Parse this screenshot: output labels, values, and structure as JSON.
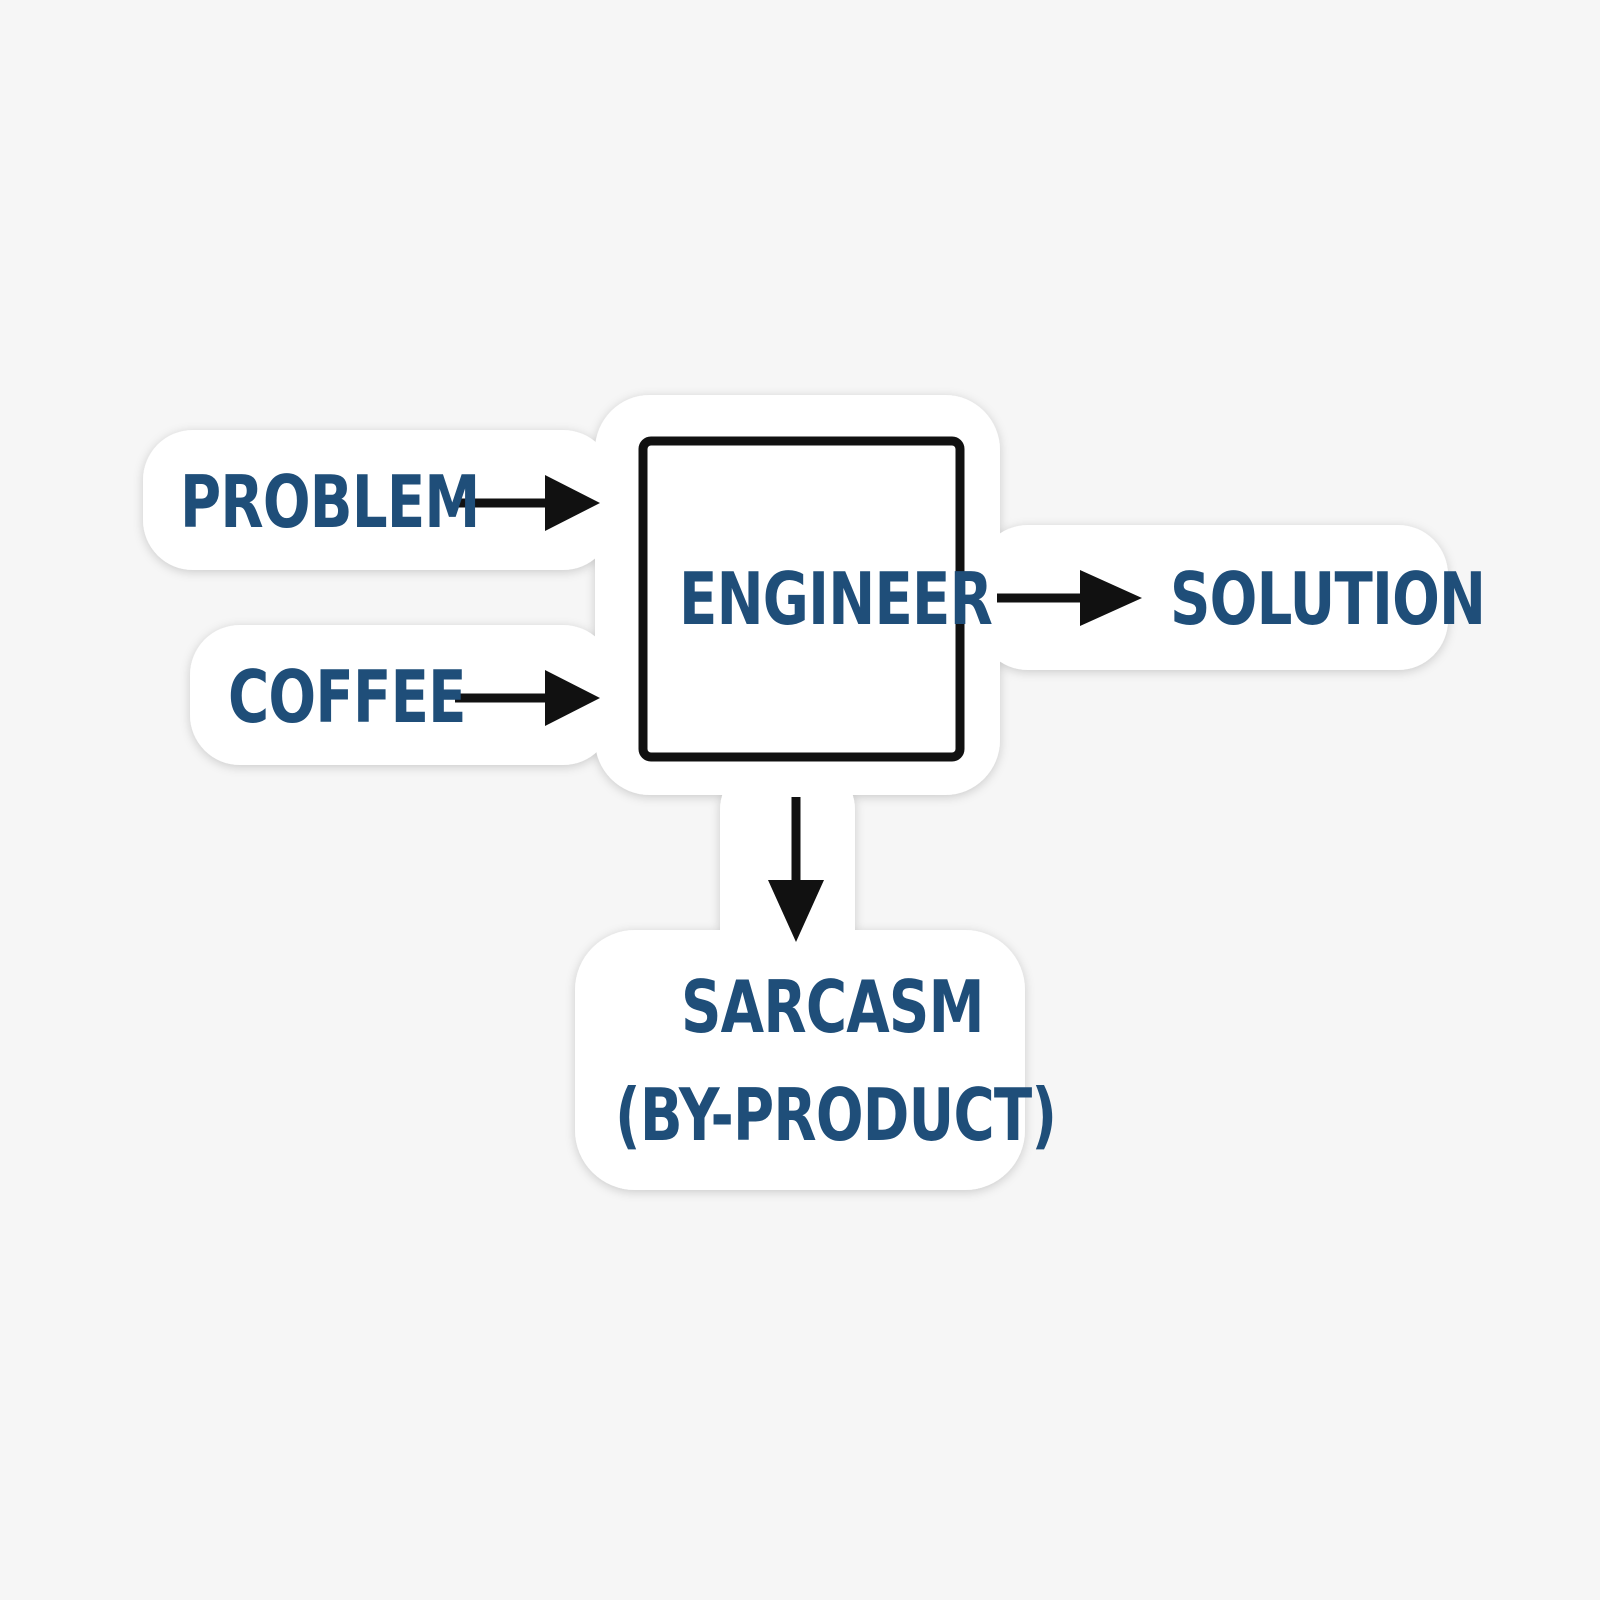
{
  "colors": {
    "background": "#f6f6f6",
    "sticker": "#ffffff",
    "text": "#1f4e79",
    "arrow": "#111111"
  },
  "diagram": {
    "inputs": [
      {
        "label": "PROBLEM"
      },
      {
        "label": "COFFEE"
      }
    ],
    "process": {
      "label": "ENGINEER"
    },
    "output": {
      "label": "SOLUTION"
    },
    "byproduct": {
      "line1": "SARCASM",
      "line2": "(BY-PRODUCT)"
    }
  }
}
